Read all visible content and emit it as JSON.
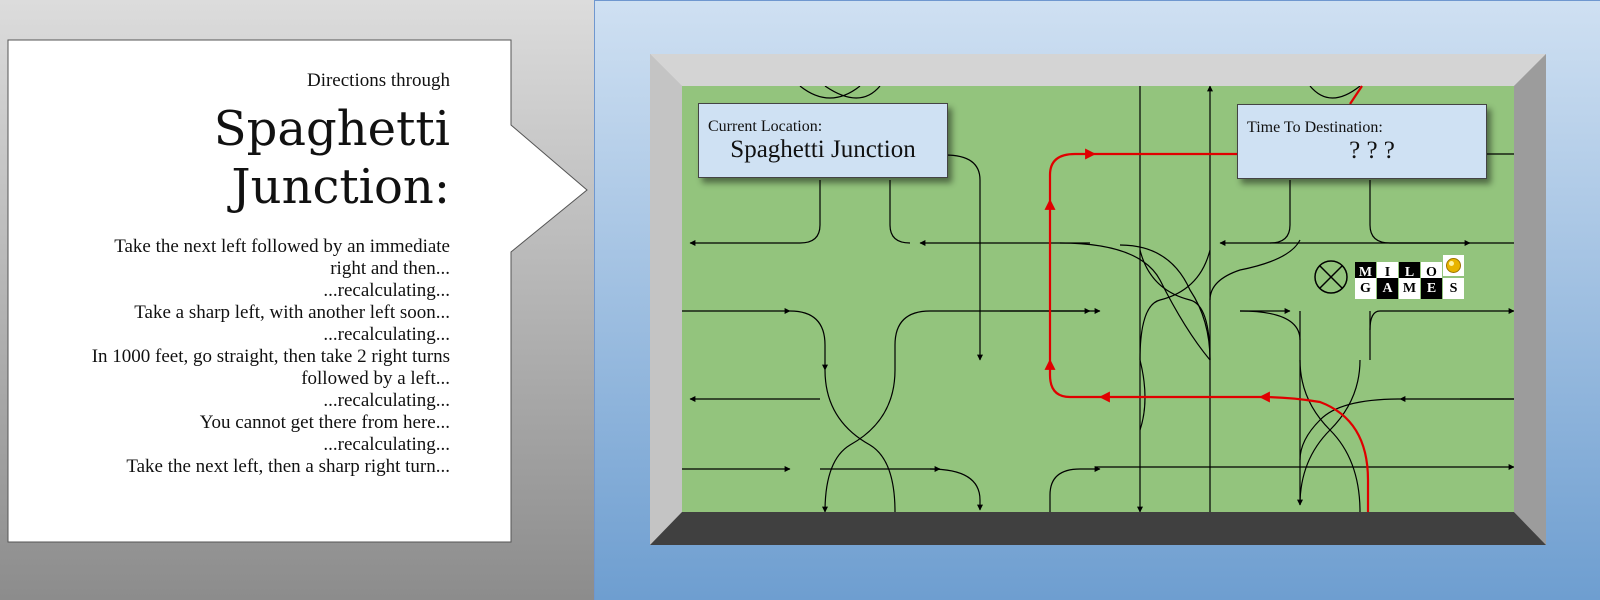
{
  "directions": {
    "intro": "Directions through",
    "title_line1": "Spaghetti",
    "title_line2": "Junction:",
    "steps": [
      "Take the next left followed by an immediate",
      "right and then...",
      "...recalculating...",
      "Take a sharp left, with another left soon...",
      "...recalculating...",
      "In 1000 feet, go straight, then take 2 right turns",
      "followed by a left...",
      "...recalculating...",
      "You cannot get there from here...",
      "...recalculating...",
      "Take the next left, then a sharp right turn..."
    ]
  },
  "location_panel": {
    "label": "Current Location:",
    "value": "Spaghetti Junction"
  },
  "time_panel": {
    "label": "Time To Destination:",
    "value": "? ? ?"
  },
  "logo": {
    "row1": [
      "M",
      "I",
      "L",
      "O"
    ],
    "row2": [
      "G",
      "A",
      "M",
      "E",
      "S"
    ],
    "icon": "coin-icon"
  },
  "close_icon": "circle-x-icon",
  "colors": {
    "board_green": "#93c47d",
    "route_red": "#e00000",
    "road_black": "#000000",
    "panel_blue": "#cfe1f3"
  }
}
